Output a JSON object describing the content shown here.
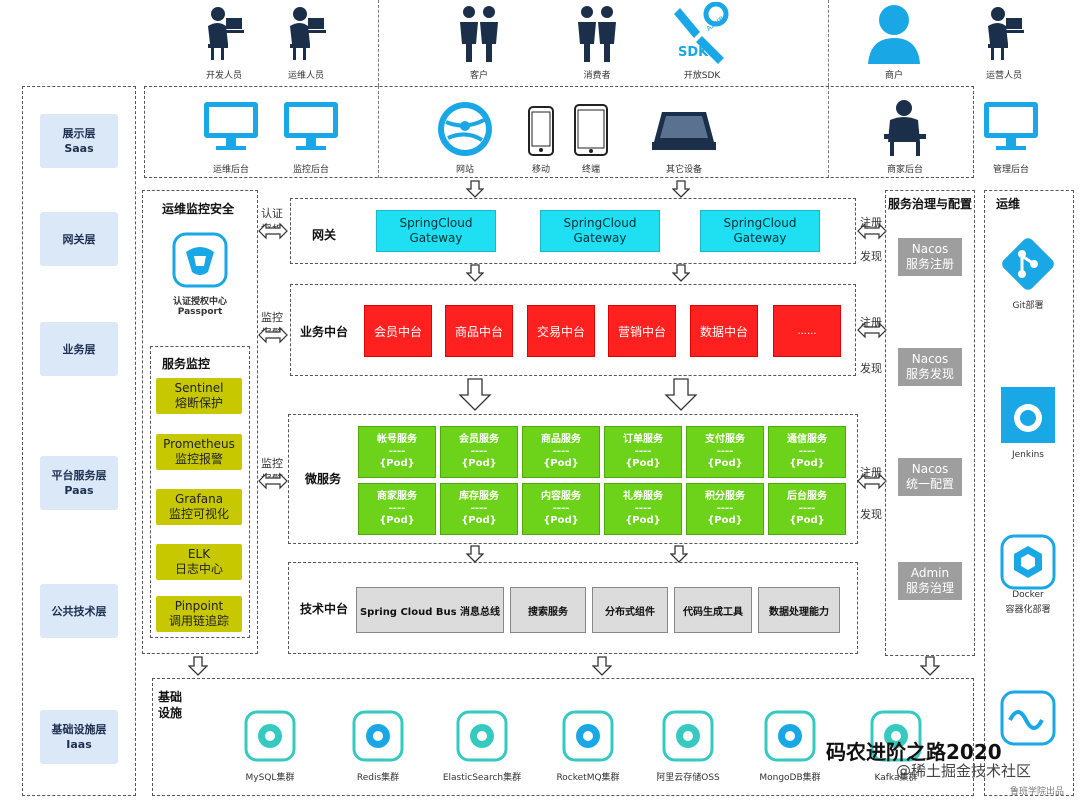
{
  "top_actors": [
    {
      "label": "开发人员"
    },
    {
      "label": "运维人员"
    },
    {
      "label": "客户"
    },
    {
      "label": "消费者"
    },
    {
      "label": "开放SDK",
      "icon_text_1": "SDK",
      "icon_text_2": "Azure"
    },
    {
      "label": "商户"
    },
    {
      "label": "运营人员"
    }
  ],
  "display_devices": [
    {
      "label": "运维后台"
    },
    {
      "label": "监控后台"
    },
    {
      "label": "网站"
    },
    {
      "label": "移动"
    },
    {
      "label": "终端"
    },
    {
      "label": "其它设备"
    },
    {
      "label": "商家后台"
    },
    {
      "label": "管理后台"
    }
  ],
  "layers": [
    {
      "line1": "展示层",
      "line2": "Saas"
    },
    {
      "line1": "网关层",
      "line2": ""
    },
    {
      "line1": "业务层",
      "line2": ""
    },
    {
      "line1": "平台服务层",
      "line2": "Paas"
    },
    {
      "line1": "公共技术层",
      "line2": ""
    },
    {
      "line1": "基础设施层",
      "line2": "Iaas"
    }
  ],
  "ops_security": {
    "title": "运维监控安全",
    "passport_line1": "认证授权中心",
    "passport_line2": "Passport",
    "service_monitor_title": "服务监控",
    "monitors": [
      {
        "l1": "Sentinel",
        "l2": "熔断保护"
      },
      {
        "l1": "Prometheus",
        "l2": "监控报警"
      },
      {
        "l1": "Grafana",
        "l2": "监控可视化"
      },
      {
        "l1": "ELK",
        "l2": "日志中心"
      },
      {
        "l1": "Pinpoint",
        "l2": "调用链追踪"
      }
    ]
  },
  "side_labels_left": [
    {
      "l1": "认证",
      "l2": "授权"
    },
    {
      "l1": "监控",
      "l2": "报警"
    },
    {
      "l1": "监控",
      "l2": "报警"
    }
  ],
  "side_labels_right": [
    {
      "l1": "注册",
      "l2": "发现"
    },
    {
      "l1": "注册",
      "l2": "发现"
    },
    {
      "l1": "注册",
      "l2": "发现"
    }
  ],
  "gateway": {
    "title": "网关",
    "items": [
      {
        "l1": "SpringCloud",
        "l2": "Gateway"
      },
      {
        "l1": "SpringCloud",
        "l2": "Gateway"
      },
      {
        "l1": "SpringCloud",
        "l2": "Gateway"
      }
    ]
  },
  "business": {
    "title": "业务中台",
    "items": [
      "会员中台",
      "商品中台",
      "交易中台",
      "营销中台",
      "数据中台",
      "......"
    ]
  },
  "micro": {
    "title": "微服务",
    "dash": "----",
    "pod": "{Pod}",
    "row1": [
      "帐号服务",
      "会员服务",
      "商品服务",
      "订单服务",
      "支付服务",
      "通信服务"
    ],
    "row2": [
      "商家服务",
      "库存服务",
      "内容服务",
      "礼券服务",
      "积分服务",
      "后台服务"
    ]
  },
  "tech": {
    "title": "技术中台",
    "items": [
      "Spring Cloud Bus 消息总线",
      "搜索服务",
      "分布式组件",
      "代码生成工具",
      "数据处理能力"
    ]
  },
  "governance": {
    "title": "服务治理与配置",
    "items": [
      {
        "l1": "Nacos",
        "l2": "服务注册"
      },
      {
        "l1": "Nacos",
        "l2": "服务发现"
      },
      {
        "l1": "Nacos",
        "l2": "统一配置"
      },
      {
        "l1": "Admin",
        "l2": "服务治理"
      }
    ]
  },
  "devops": {
    "title": "运维",
    "items": [
      {
        "l1": "Git部署",
        "l2": ""
      },
      {
        "l1": "Jenkins",
        "l2": ""
      },
      {
        "l1": "Docker",
        "l2": "容器化部署"
      }
    ]
  },
  "infra": {
    "title_l1": "基础",
    "title_l2": "设施",
    "items": [
      "MySQL集群",
      "Redis集群",
      "ElasticSearch集群",
      "RocketMQ集群",
      "阿里云存储OSS",
      "MongoDB集群",
      "Kafka集群"
    ]
  },
  "watermark": {
    "line1": "码农进阶之路2020",
    "line2": "@稀土掘金技术社区",
    "line3": "鲁班学院出品"
  },
  "colors": {
    "gateway": "#1fe0f2",
    "business": "#ff2020",
    "micro": "#6dd21a",
    "monitor": "#c8c800",
    "nacos": "#9e9e9e",
    "layer": "#dbe8f7",
    "icon_blue": "#1aa7e6",
    "icon_teal": "#35c9c0"
  }
}
